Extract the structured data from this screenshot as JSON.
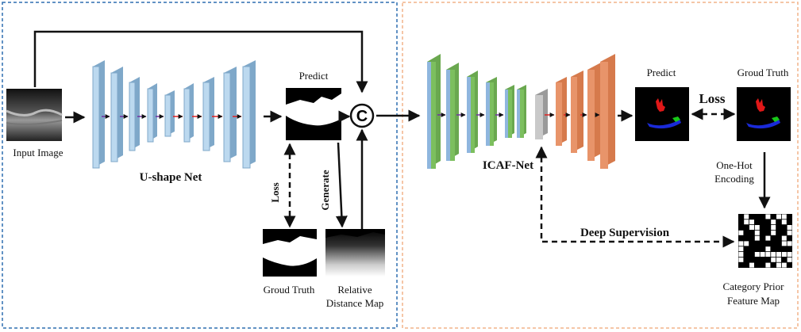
{
  "left_panel": {
    "input_image_label": "Input Image",
    "unet_label": "U-shape Net",
    "predict_label": "Predict",
    "loss_label": "Loss",
    "generate_label": "Generate",
    "ground_truth_label": "Groud Truth",
    "relative_distance_label_line1": "Relative",
    "relative_distance_label_line2": "Distance Map",
    "concat_symbol": "C"
  },
  "right_panel": {
    "icaf_label": "ICAF-Net",
    "predict_label": "Predict",
    "ground_truth_label": "Groud Truth",
    "loss_label": "Loss",
    "one_hot_label_line1": "One-Hot",
    "one_hot_label_line2": "Encoding",
    "deep_supervision_label": "Deep Supervision",
    "category_prior_label_line1": "Category Prior",
    "category_prior_label_line2": "Feature Map"
  },
  "colors": {
    "left_border": "#2f6fb0",
    "right_border": "#f2b48a",
    "unet_block": "#bcd9ef",
    "unet_block_dark": "#7fa8c9",
    "green_block": "#7cbf5e",
    "blue_block": "#8fb6de",
    "orange_block": "#e8946a",
    "gray_block": "#c9c9c9",
    "purple_arrow": "#7030a0",
    "red_arrow": "#e02020"
  }
}
